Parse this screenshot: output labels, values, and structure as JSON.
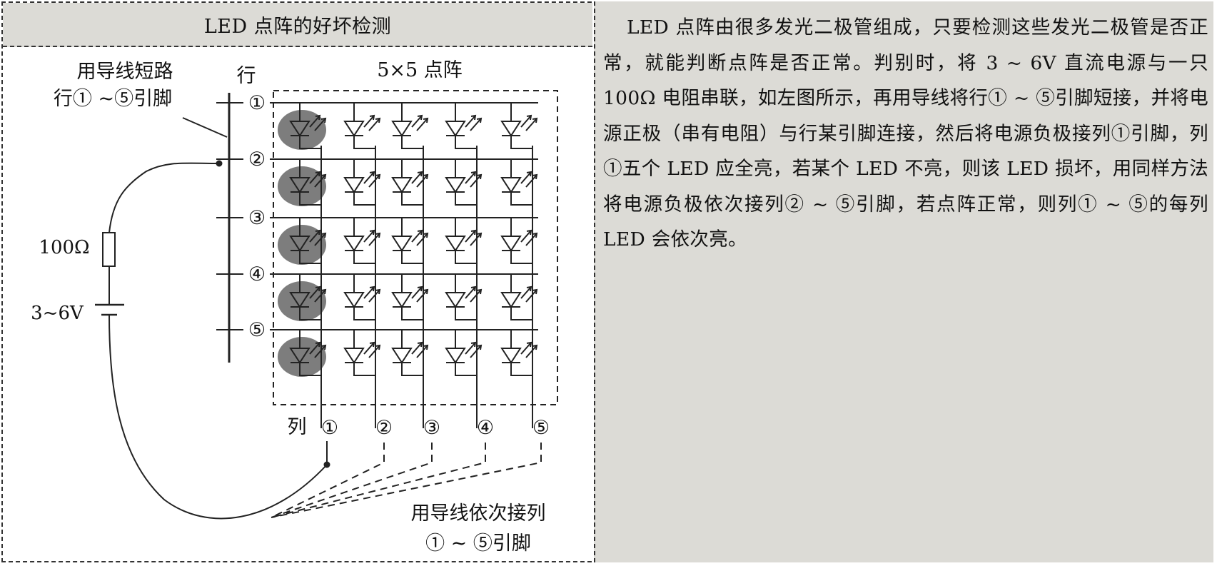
{
  "header": {
    "title": "LED 点阵的好坏检测"
  },
  "description": "LED 点阵由很多发光二极管组成，只要检测这些发光二极管是否正常，就能判断点阵是否正常。判别时，将 3 ~ 6V 直流电源与一只 100Ω 电阻串联，如左图所示，再用导线将行① ~ ⑤引脚短接，并将电源正极（串有电阻）与行某引脚连接，然后将电源负极接列①引脚，列①五个 LED 应全亮，若某个 LED 不亮，则该 LED 损坏，用同样方法将电源负极依次接列② ~ ⑤引脚，若点阵正常，则列① ~ ⑤的每列 LED 会依次亮。",
  "diagram": {
    "short_rows_line1": "用导线短路",
    "short_rows_line2": "行① ~⑤引脚",
    "row_axis_label": "行",
    "matrix_title": "5×5 点阵",
    "row_pins": [
      "①",
      "②",
      "③",
      "④",
      "⑤"
    ],
    "col_axis_label": "列",
    "col_pins": [
      "①",
      "②",
      "③",
      "④",
      "⑤"
    ],
    "resistor_label": "100Ω",
    "battery_label": "3~6V",
    "cols_note_line1": "用导线依次接列",
    "cols_note_line2": "① ~ ⑤引脚",
    "lit_column_index": 1,
    "lit_color": "#7d7d7d"
  }
}
